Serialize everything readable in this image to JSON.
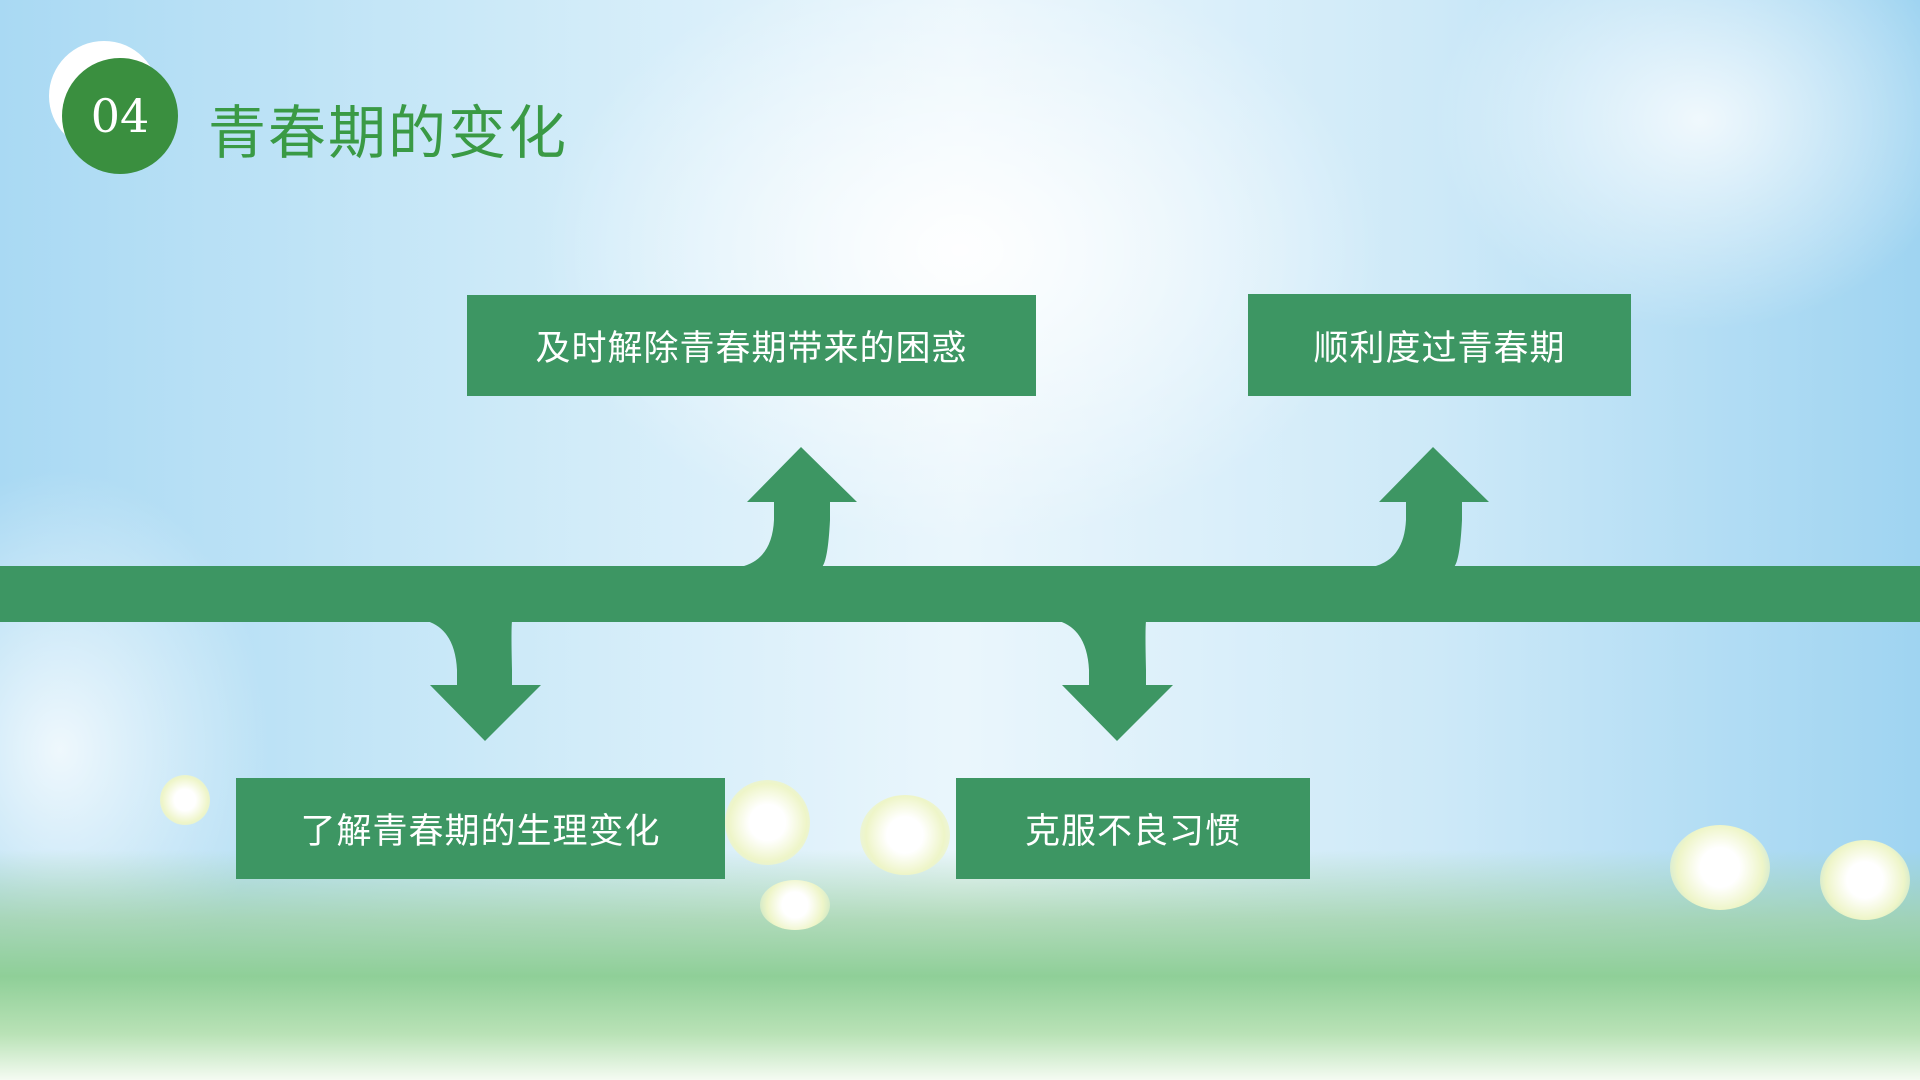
{
  "header": {
    "number": "04",
    "title": "青春期的变化"
  },
  "steps": [
    {
      "label": "及时解除青春期带来的困惑",
      "direction": "up"
    },
    {
      "label": "顺利度过青春期",
      "direction": "up"
    },
    {
      "label": "了解青春期的生理变化",
      "direction": "down"
    },
    {
      "label": "克服不良习惯",
      "direction": "down"
    }
  ],
  "colors": {
    "primary_green": "#3d9663",
    "badge_green": "#3a8f3f",
    "title_green": "#3a9a45"
  }
}
